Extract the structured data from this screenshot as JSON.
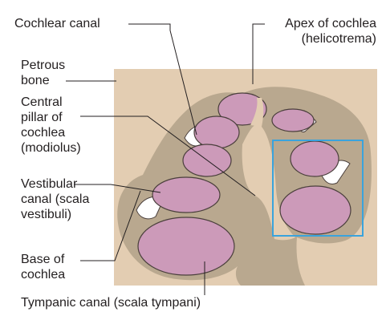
{
  "diagram": {
    "labels": {
      "cochlear_canal": "Cochlear canal",
      "apex_of_cochlea": "Apex of cochlea\n(helicotrema)",
      "petrous_bone": "Petrous\nbone",
      "central_pillar": "Central\npillar of\ncochlea\n(modiolus)",
      "vestibular_canal": "Vestibular\ncanal (scala\nvestibuli)",
      "base_of_cochlea": "Base of\ncochlea",
      "tympanic_canal": "Tympanic canal (scala tympani)"
    },
    "colors": {
      "bone": "#e3cdb2",
      "tissue": "#b9a88f",
      "canal_fill": "#cc9ab9",
      "canal_stroke": "#4a3f3c",
      "duct_fill": "#ffffff",
      "highlight_box": "#3aa3dc",
      "leader_line": "#231f20"
    }
  }
}
